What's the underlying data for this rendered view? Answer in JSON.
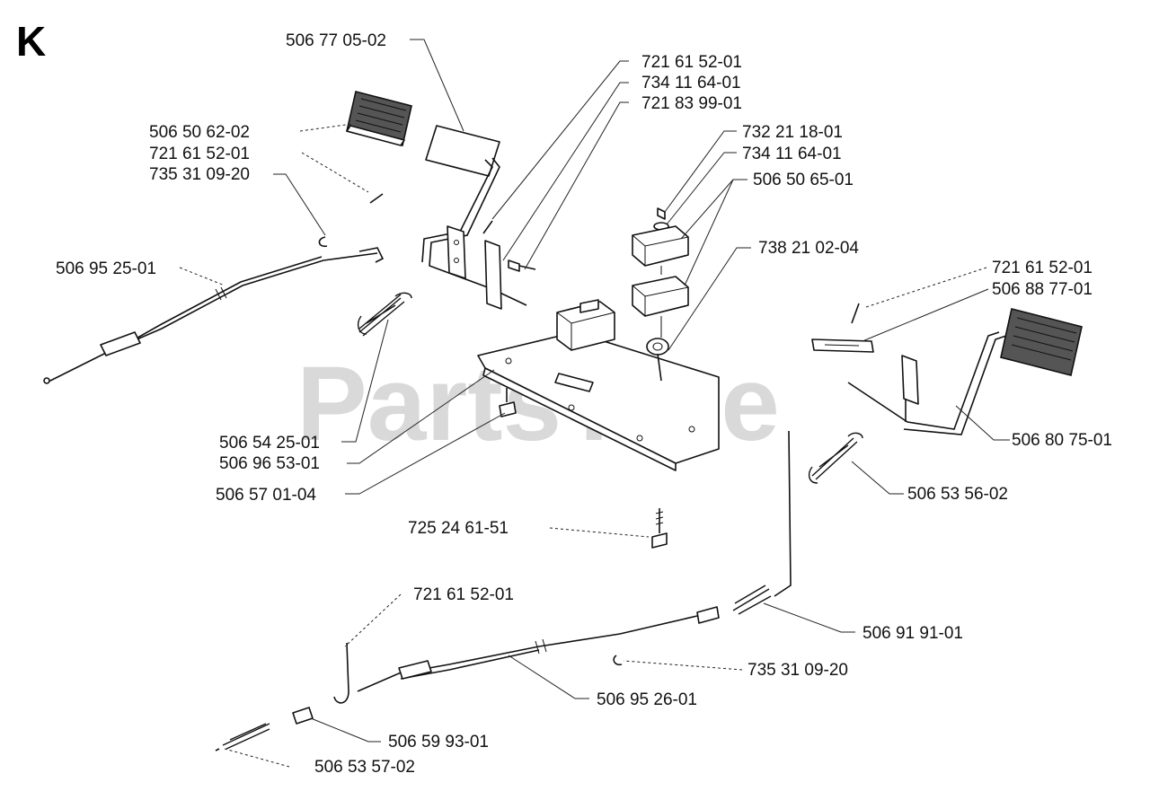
{
  "section_letter": "K",
  "watermark": "PartsTree",
  "part_numbers": [
    "506 77 05-02",
    "721 61 52-01",
    "734 11 64-01",
    "721 83 99-01",
    "506 50 62-02",
    "721 61 52-01",
    "735 31 09-20",
    "732 21 18-01",
    "734 11 64-01",
    "506 50 65-01",
    "738 21 02-04",
    "506 95 25-01",
    "721 61 52-01",
    "506 88 77-01",
    "506 80 75-01",
    "506 53 56-02",
    "506 54 25-01",
    "506 96 53-01",
    "506 57 01-04",
    "725 24 61-51",
    "721 61 52-01",
    "506 91 91-01",
    "735 31 09-20",
    "506 95 26-01",
    "506 59 93-01",
    "506 53 57-02"
  ]
}
